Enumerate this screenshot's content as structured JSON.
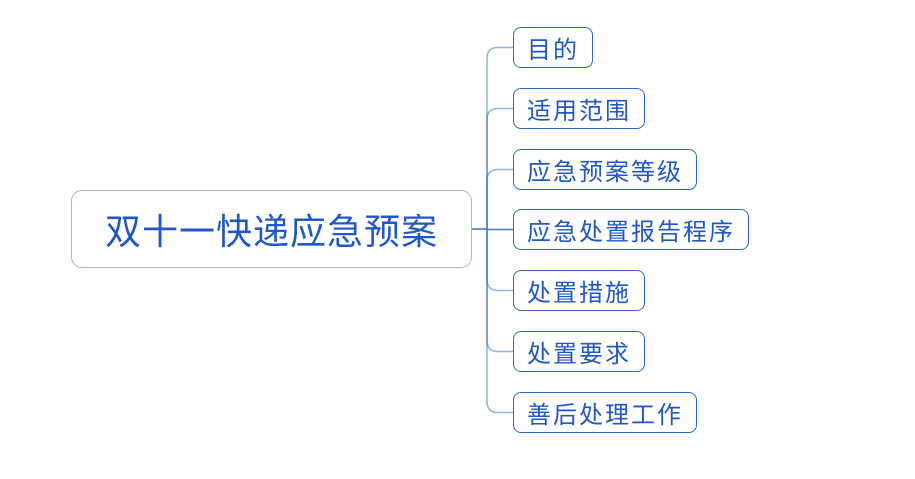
{
  "mindmap": {
    "root": {
      "label": "双十一快递应急预案"
    },
    "children": [
      {
        "label": "目的"
      },
      {
        "label": "适用范围"
      },
      {
        "label": "应急预案等级"
      },
      {
        "label": "应急处置报告程序"
      },
      {
        "label": "处置措施"
      },
      {
        "label": "处置要求"
      },
      {
        "label": "善后处理工作"
      }
    ],
    "colors": {
      "background": "#ffffff",
      "root_border": "#9db9e2",
      "node_border": "#2e68c4",
      "text": "#2157c8",
      "connector": "#2f6bbf"
    }
  }
}
